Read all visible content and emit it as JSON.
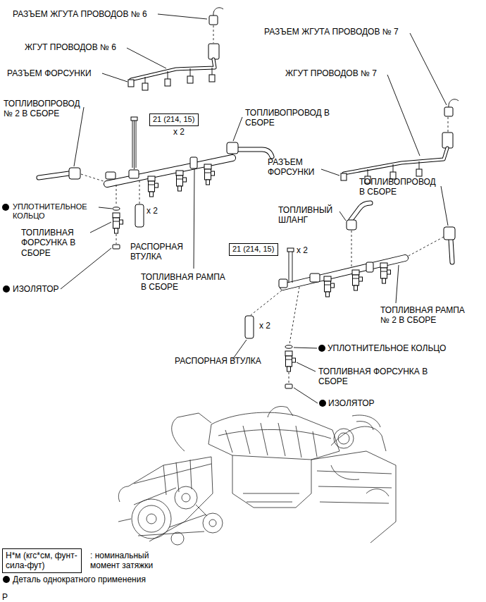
{
  "diagram": {
    "nodes": [
      {
        "text": [
          "21 (214, 15)"
        ]
      },
      {
        "text": [
          "21 (214, 15)"
        ]
      },
      {
        "text": [
          "Н*м (кгс*см, фунт-сила-фут)"
        ]
      }
    ],
    "labels": [
      "РАЗЪЕМ ЖГУТА ПРОВОДОВ № 6",
      "ЖГУТ ПРОВОДОВ № 6",
      "РАЗЪЕМ ФОРСУНКИ",
      "ТОПЛИВОПРОВОД № 2 В СБОРЕ",
      "x 2",
      "ТОПЛИВОПРОВОД В СБОРЕ",
      "УПЛОТНИТЕЛЬНОЕ КОЛЬЦО",
      "x 2",
      "ТОПЛИВНАЯ ФОРСУНКА В СБОРЕ",
      "РАСПОРНАЯ ВТУЛКА",
      "ИЗОЛЯТОР",
      "ТОПЛИВНАЯ РАМПА В СБОРЕ",
      "РАЗЪЕМ ЖГУТА ПРОВОДОВ № 7",
      "ЖГУТ ПРОВОДОВ № 7",
      "РАЗЪЕМ ФОРСУНКИ",
      "ТОПЛИВОПРОВОД В СБОРЕ",
      "ТОПЛИВНЫЙ ШЛАНГ",
      "x 2",
      "ТОПЛИВНАЯ РАМПА № 2 В СБОРЕ",
      "x 2",
      "РАСПОРНАЯ ВТУЛКА",
      "УПЛОТНИТЕЛЬНОЕ КОЛЬЦО",
      "ТОПЛИВНАЯ ФОРСУНКА В СБОРЕ",
      "ИЗОЛЯТОР",
      ": номинальный момент затяжки",
      "P"
    ],
    "legend": [
      {
        "text": "Деталь однократного применения"
      }
    ]
  }
}
